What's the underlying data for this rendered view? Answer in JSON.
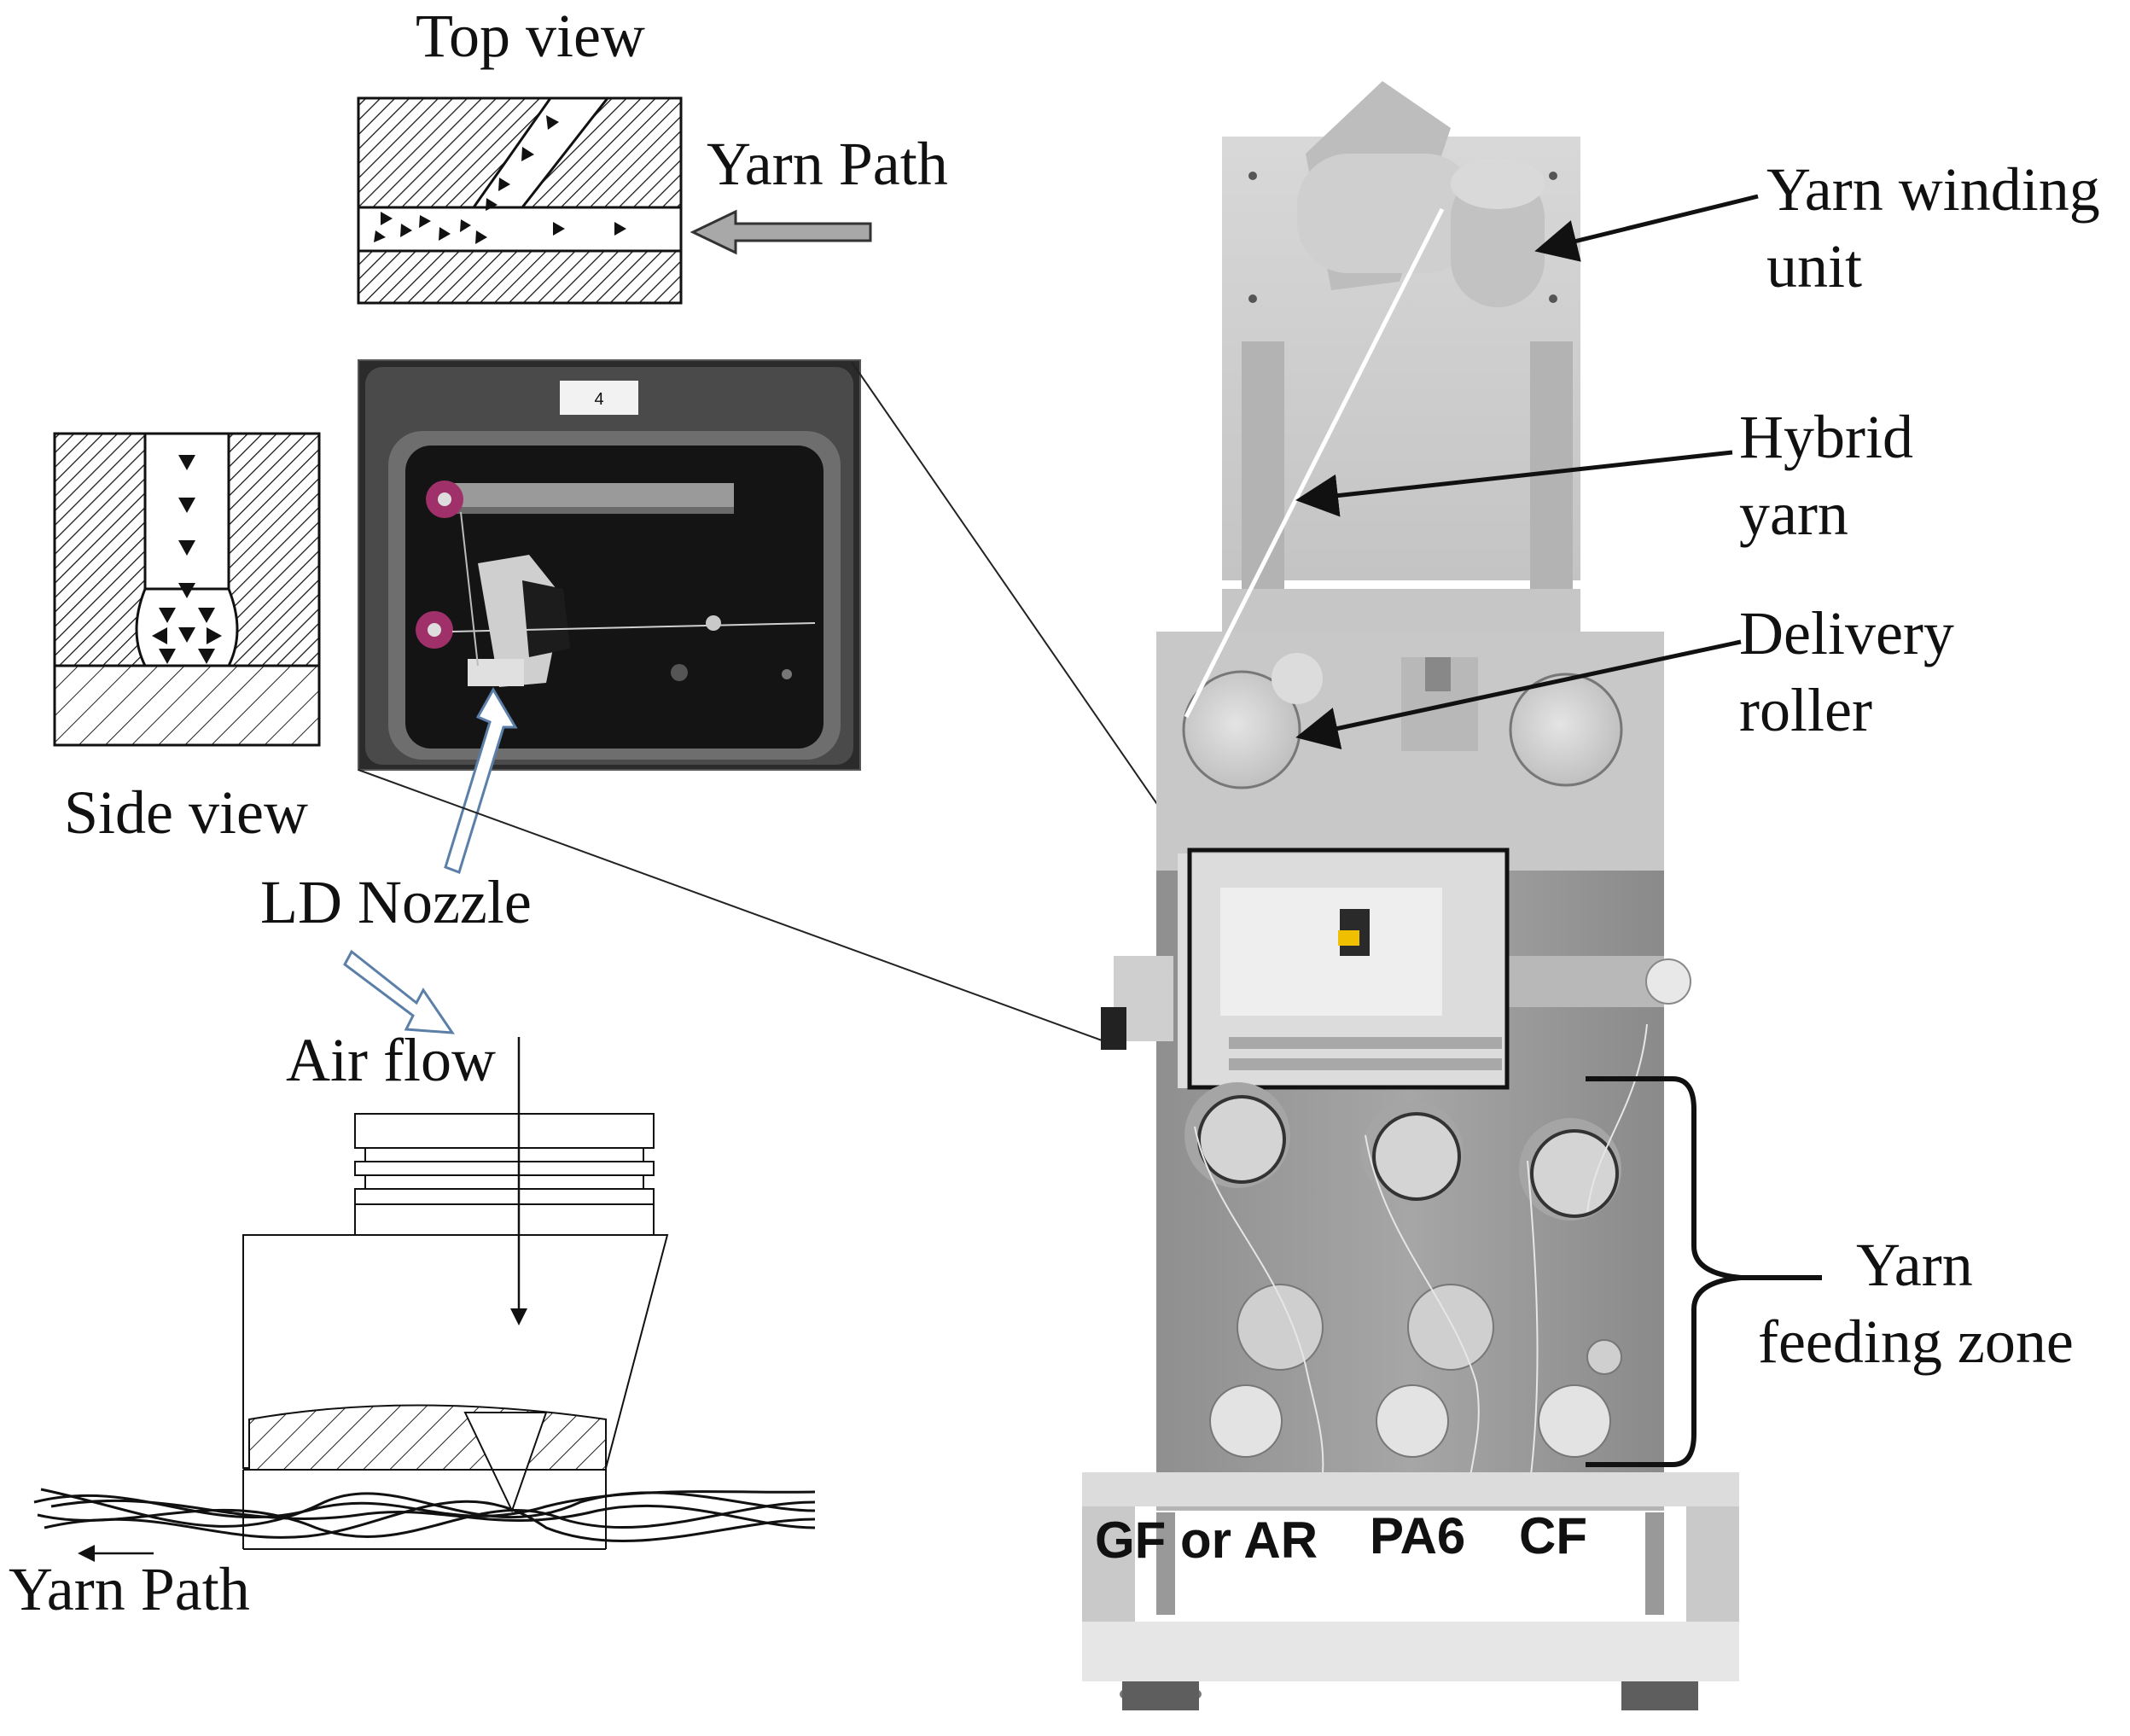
{
  "labels": {
    "top_view": "Top view",
    "yarn_path_top": "Yarn Path",
    "side_view": "Side view",
    "ld_nozzle": "LD Nozzle",
    "air_flow": "Air flow",
    "yarn_path_bottom": "Yarn Path",
    "yarn_winding_unit_1": "Yarn winding",
    "yarn_winding_unit_2": "unit",
    "hybrid_yarn_1": "Hybrid",
    "hybrid_yarn_2": "yarn",
    "delivery_roller_1": "Delivery",
    "delivery_roller_2": "roller",
    "yarn_feeding_zone_1": "Yarn",
    "yarn_feeding_zone_2": "feeding zone",
    "gf_or_ar": "GF or AR",
    "pa6": "PA6",
    "cf": "CF",
    "photo_tag": "4"
  },
  "icons": {
    "callout_arrow": "arrow-icon",
    "nozzle_arrow": "hollow-arrow-icon",
    "air_flow_arrow": "hollow-arrow-icon"
  },
  "colors": {
    "machine_body": "#9a9a9a",
    "machine_light": "#d2d2d2",
    "photo_dark": "#141414",
    "roller_pink": "#a0306a",
    "hollow_arrow": "#5b7fa8"
  }
}
